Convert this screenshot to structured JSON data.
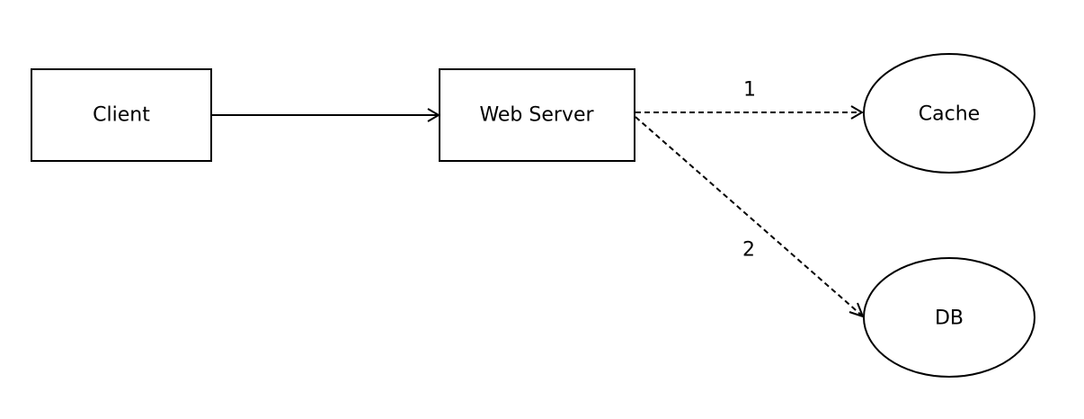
{
  "nodes": {
    "client": {
      "label": "Client",
      "shape": "rectangle"
    },
    "web_server": {
      "label": "Web Server",
      "shape": "rectangle"
    },
    "cache": {
      "label": "Cache",
      "shape": "ellipse"
    },
    "db": {
      "label": "DB",
      "shape": "ellipse"
    }
  },
  "edges": {
    "client_to_web_server": {
      "from": "Client",
      "to": "Web Server",
      "style": "solid",
      "label": ""
    },
    "web_server_to_cache": {
      "from": "Web Server",
      "to": "Cache",
      "style": "dashed",
      "label": "1"
    },
    "web_server_to_db": {
      "from": "Web Server",
      "to": "DB",
      "style": "dashed",
      "label": "2"
    }
  }
}
